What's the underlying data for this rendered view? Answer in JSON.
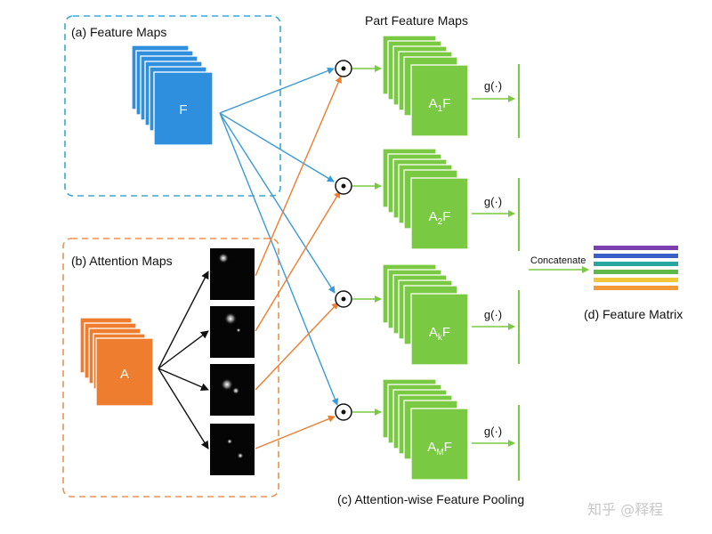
{
  "labels": {
    "feature_maps": "(a) Feature Maps",
    "attention_maps": "(b) Attention Maps",
    "pooling": "(c) Attention-wise Feature Pooling",
    "feature_matrix": "(d) Feature Matrix",
    "part_feature_maps": "Part Feature Maps",
    "concatenate": "Concatenate",
    "F": "F",
    "A": "A",
    "g": "g(·)",
    "watermark": "知乎 @释程"
  },
  "parts": [
    {
      "base": "A",
      "sub": "1",
      "post": "F"
    },
    {
      "base": "A",
      "sub": "2",
      "post": "F"
    },
    {
      "base": "A",
      "sub": "k",
      "post": "F"
    },
    {
      "base": "A",
      "sub": "M",
      "post": "F"
    }
  ],
  "colors": {
    "feature_blue": "#2f8fdf",
    "attention_orange": "#ee7d2f",
    "part_green": "#7ac943",
    "dashed_blue": "#3aa8d8",
    "dashed_orange": "#ee9150",
    "matrix_bars": [
      "#7c3fb0",
      "#3b5fc8",
      "#2aa5a0",
      "#5fb84a",
      "#f0c83a",
      "#f29a3a"
    ]
  }
}
